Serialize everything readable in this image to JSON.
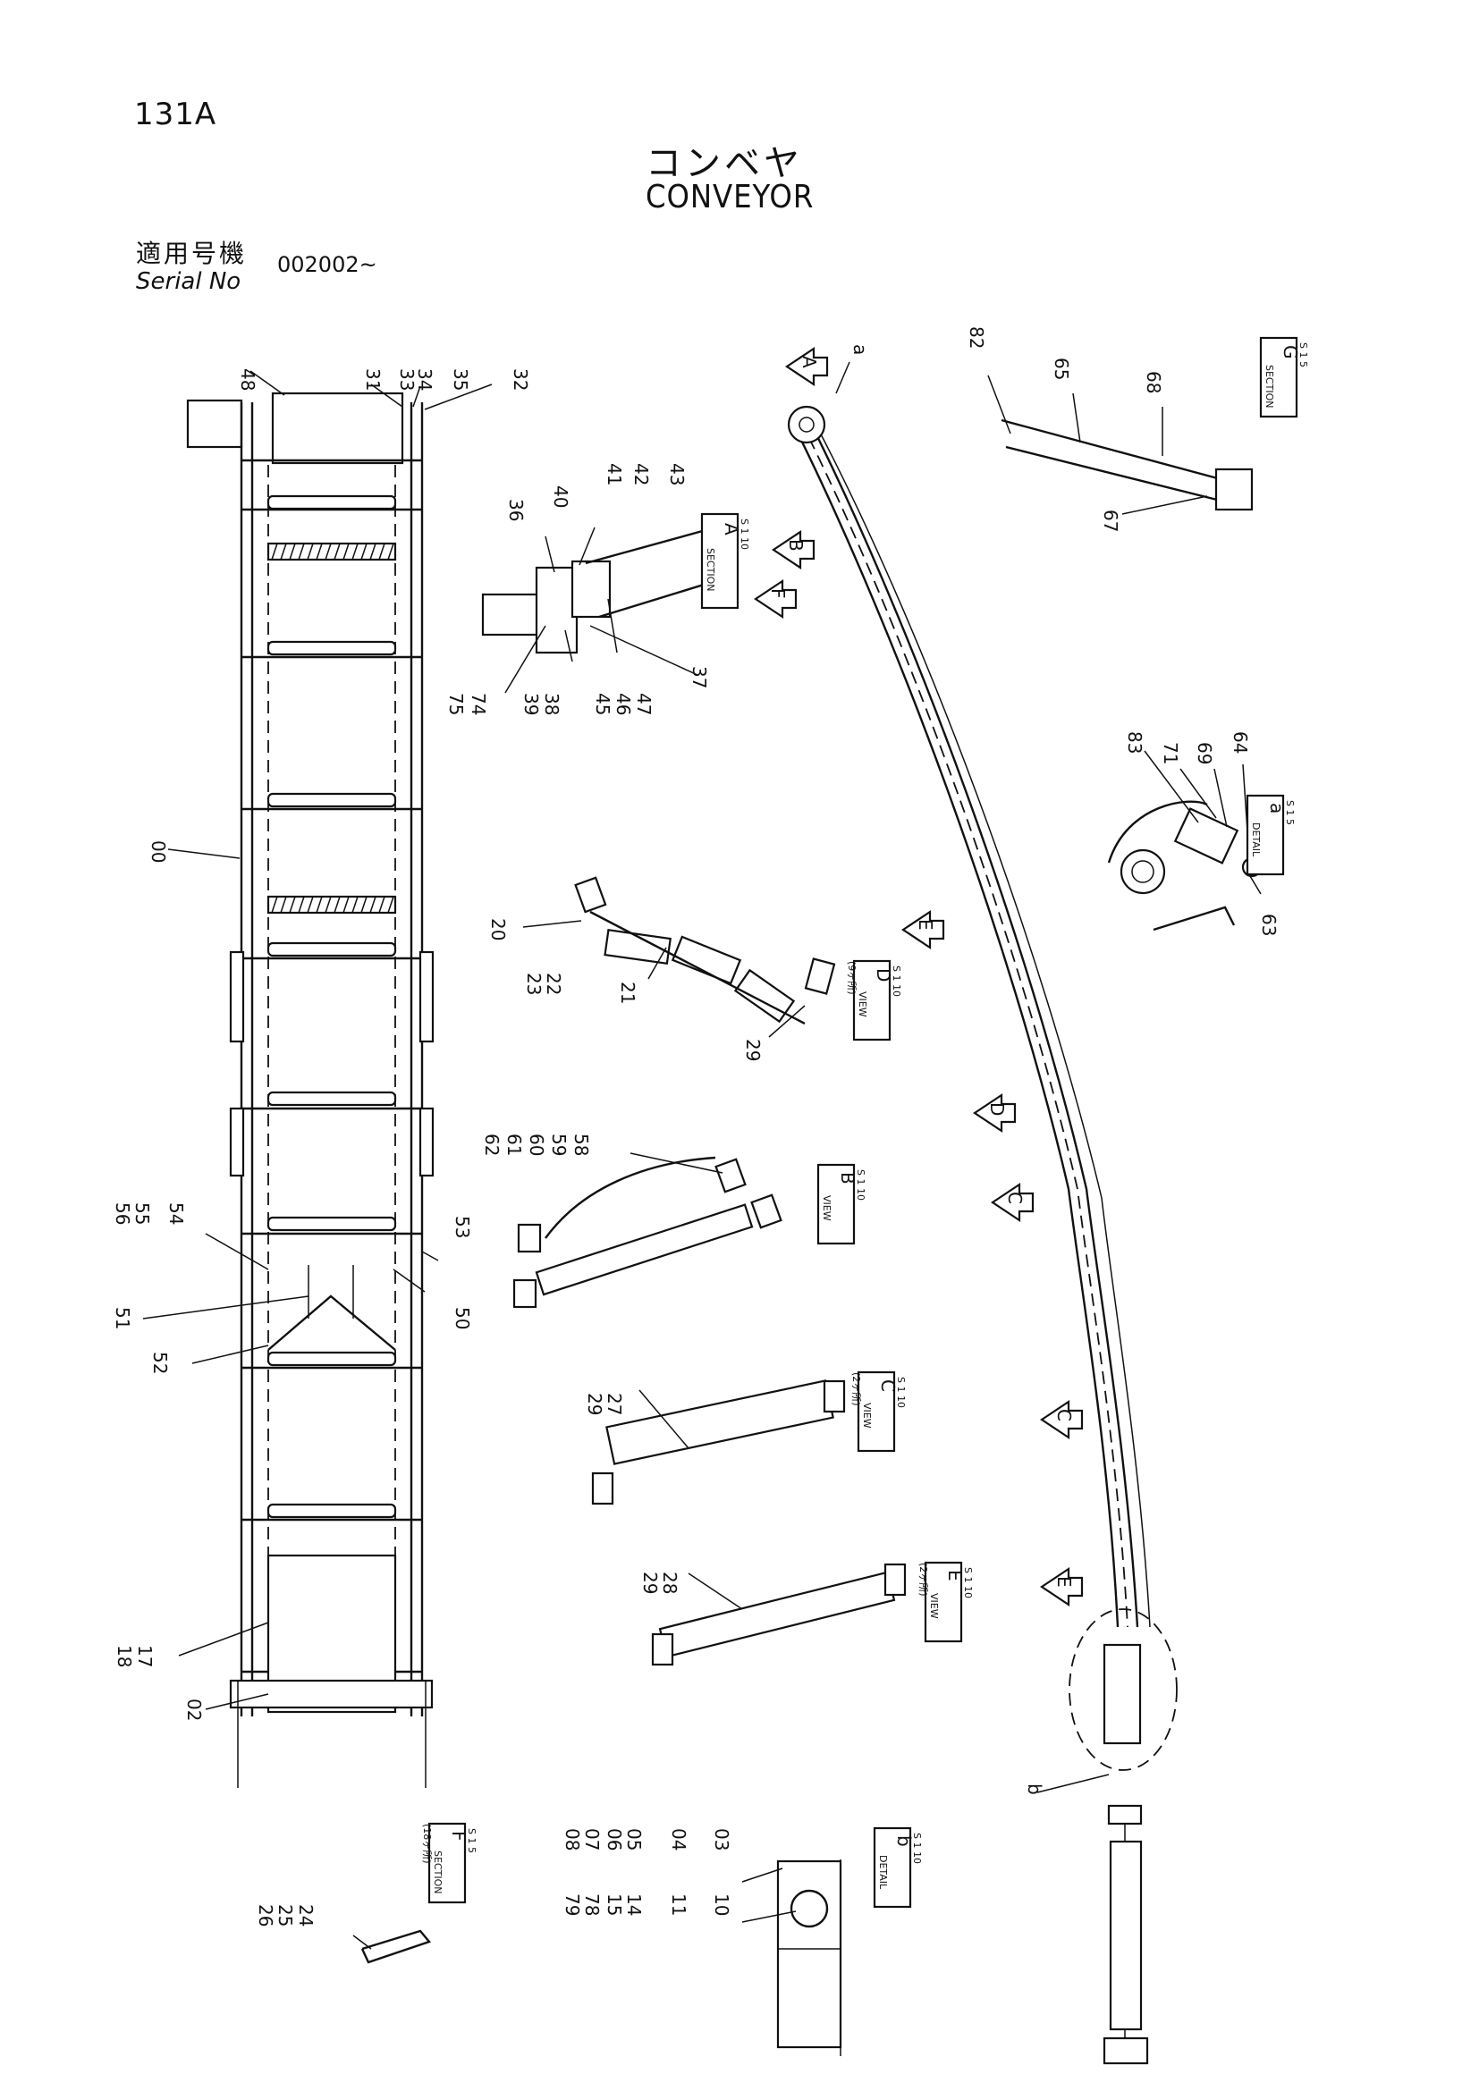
{
  "header": {
    "page_number": "131A",
    "title_jp": "コンベヤ",
    "title_en": "CONVEYOR",
    "serial_label_jp": "適用号機",
    "serial_label_en": "Serial No",
    "serial_value": "002002~"
  },
  "part_numbers": {
    "p48": "48",
    "p31": "31",
    "p33": "33",
    "p34": "34",
    "p35": "35",
    "p32": "32",
    "p00": "00",
    "p56": "56",
    "p55": "55",
    "p54": "54",
    "p53": "53",
    "p51": "51",
    "p50": "50",
    "p52": "52",
    "p18": "18",
    "p17": "17",
    "p02": "02",
    "p36": "36",
    "p40": "40",
    "p41": "41",
    "p42": "42",
    "p43": "43",
    "p75": "75",
    "p74": "74",
    "p39": "39",
    "p38": "38",
    "p45": "45",
    "p46": "46",
    "p47": "47",
    "p37": "37",
    "p20": "20",
    "p23": "23",
    "p22": "22",
    "p21": "21",
    "p29a": "29",
    "p62": "62",
    "p61": "61",
    "p60": "60",
    "p59": "59",
    "p58": "58",
    "p29b": "29",
    "p27": "27",
    "p29c": "29",
    "p28": "28",
    "p26": "26",
    "p25": "25",
    "p24": "24",
    "p79": "79",
    "p78": "78",
    "p15": "15",
    "p14": "14",
    "p11": "11",
    "p10": "10",
    "p08": "08",
    "p07": "07",
    "p06": "06",
    "p05": "05",
    "p04": "04",
    "p03": "03",
    "p82": "82",
    "p65": "65",
    "p68": "68",
    "p67": "67",
    "p83": "83",
    "p71": "71",
    "p69": "69",
    "p64": "64",
    "p63": "63",
    "pa": "a",
    "pb": "b"
  },
  "callout_tags": {
    "section_a": {
      "kind": "SECTION",
      "letter": "A",
      "scale": "S 1 10"
    },
    "section_g": {
      "kind": "SECTION",
      "letter": "G",
      "scale": "S 1 5"
    },
    "detail_a": {
      "kind": "DETAIL",
      "letter": "a",
      "scale": "S 1 5"
    },
    "view_d": {
      "kind": "VIEW",
      "letter": "D",
      "scale": "S 1 10",
      "qty": "(9ヶ所)"
    },
    "view_b": {
      "kind": "VIEW",
      "letter": "B",
      "scale": "S 1 10"
    },
    "view_c": {
      "kind": "VIEW",
      "letter": "C",
      "scale": "S 1 10",
      "qty": "(2ヶ所)"
    },
    "view_e": {
      "kind": "VIEW",
      "letter": "E",
      "scale": "S 1 10",
      "qty": "(2ヶ所)"
    },
    "section_f": {
      "kind": "SECTION",
      "letter": "F",
      "scale": "S 1 5",
      "qty": "(18ヶ所)"
    },
    "detail_b": {
      "kind": "DETAIL",
      "letter": "b",
      "scale": "S 1 10"
    }
  },
  "arrow_markers": {
    "m1": "A",
    "m2": "B",
    "m3": "F",
    "m4": "E",
    "m5": "D",
    "m6": "C",
    "m7": "C",
    "m8": "E"
  }
}
